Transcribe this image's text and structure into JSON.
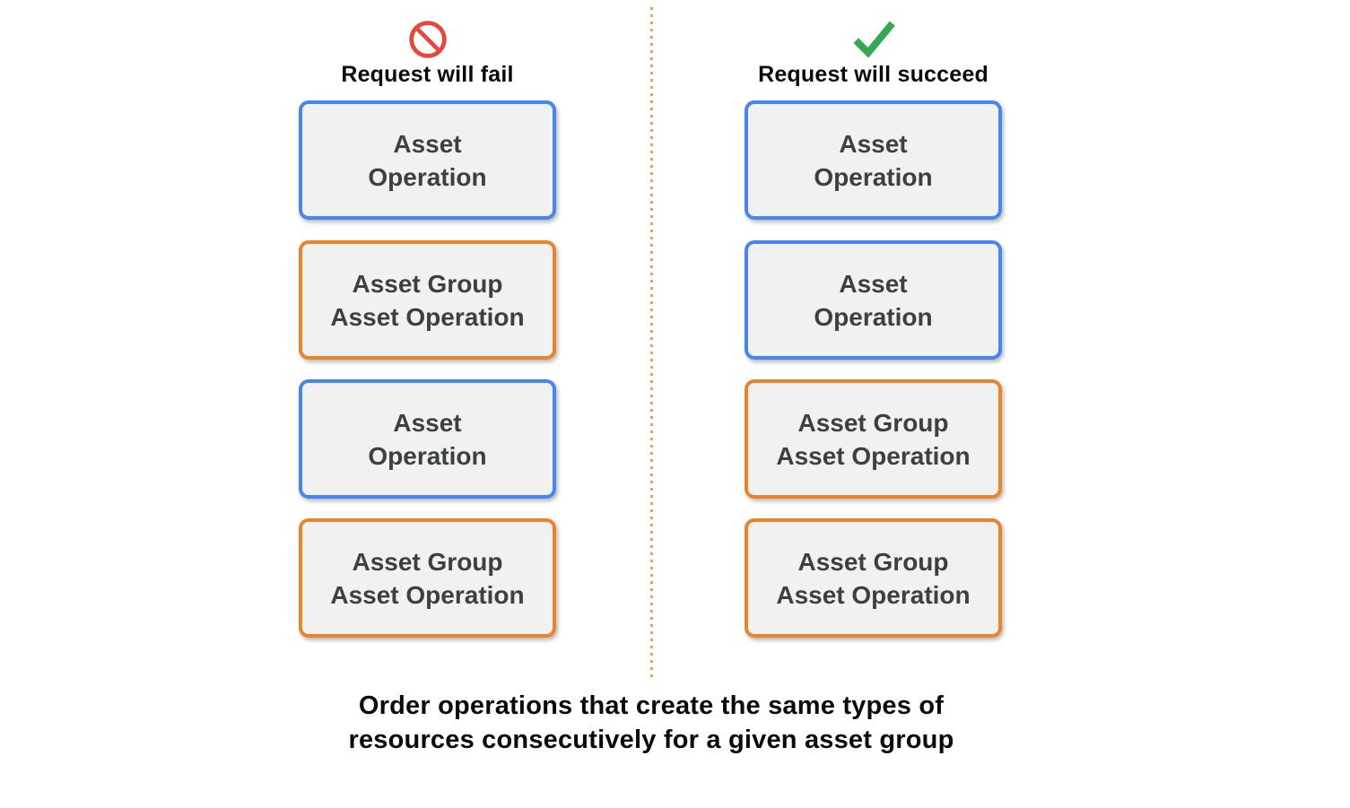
{
  "colors": {
    "blue": "#4785F0",
    "orange": "#E8852C",
    "divider": "#EBA24F",
    "green": "#34A853",
    "red": "#E4473B",
    "box_fill": "#F1F1F2",
    "box_text": "#3C4043",
    "heading_text": "#0A0A0A"
  },
  "fail_column": {
    "icon": "prohibition-icon",
    "title": "Request will fail",
    "boxes": [
      {
        "border": "blue",
        "lines": [
          "Asset",
          "Operation"
        ]
      },
      {
        "border": "orange",
        "lines": [
          "Asset Group",
          "Asset Operation"
        ]
      },
      {
        "border": "blue",
        "lines": [
          "Asset",
          "Operation"
        ]
      },
      {
        "border": "orange",
        "lines": [
          "Asset Group",
          "Asset Operation"
        ]
      }
    ]
  },
  "succeed_column": {
    "icon": "check-icon",
    "title": "Request will succeed",
    "boxes": [
      {
        "border": "blue",
        "lines": [
          "Asset",
          "Operation"
        ]
      },
      {
        "border": "blue",
        "lines": [
          "Asset",
          "Operation"
        ]
      },
      {
        "border": "orange",
        "lines": [
          "Asset Group",
          "Asset Operation"
        ]
      },
      {
        "border": "orange",
        "lines": [
          "Asset Group",
          "Asset Operation"
        ]
      }
    ]
  },
  "caption": {
    "lines": [
      "Order operations that create the same types of",
      "resources consecutively for a given asset group"
    ]
  }
}
